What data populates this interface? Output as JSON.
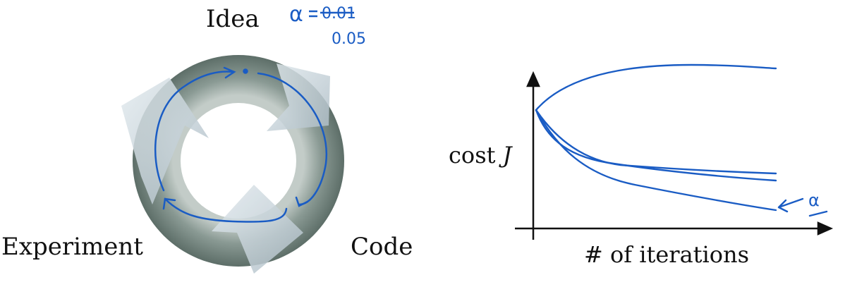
{
  "cycle": {
    "idea_label": "Idea",
    "experiment_label": "Experiment",
    "code_label": "Code"
  },
  "annotations": {
    "alpha_symbol": "α",
    "alpha_old_value": "0.01",
    "alpha_new_value": "0.05"
  },
  "plot": {
    "ylabel_text": "cost ",
    "ylabel_var": "J",
    "xlabel": "# of iterations",
    "curve_count": 4,
    "ink_color": "#1a5cc4"
  },
  "colors": {
    "ring": "#879891",
    "arrow": "#c9d6dd",
    "ink": "#1a5cc4"
  }
}
